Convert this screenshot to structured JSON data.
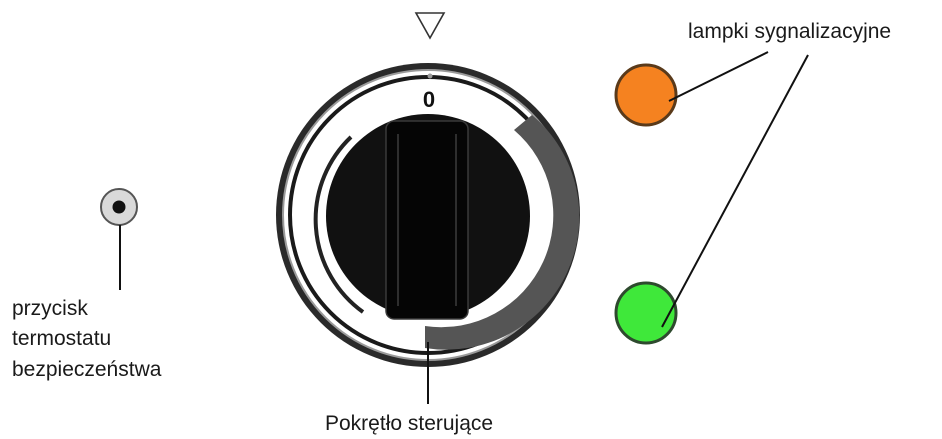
{
  "dial": {
    "zero_mark": "0"
  },
  "labels": {
    "signal_lamps": "lampki sygnalizacyjne",
    "control_knob": "Pokrętło sterujące",
    "thermostat_line1": "przycisk",
    "thermostat_line2": "termostatu",
    "thermostat_line3": "bezpieczeństwa"
  },
  "colors": {
    "lamp_orange": "#f58220",
    "lamp_green": "#3fe83a",
    "knob_black": "#111111",
    "bezel_dark": "#2a2a2a",
    "scale_gray": "#555555"
  },
  "icons": {
    "position_marker": "triangle-down-outline-icon"
  }
}
